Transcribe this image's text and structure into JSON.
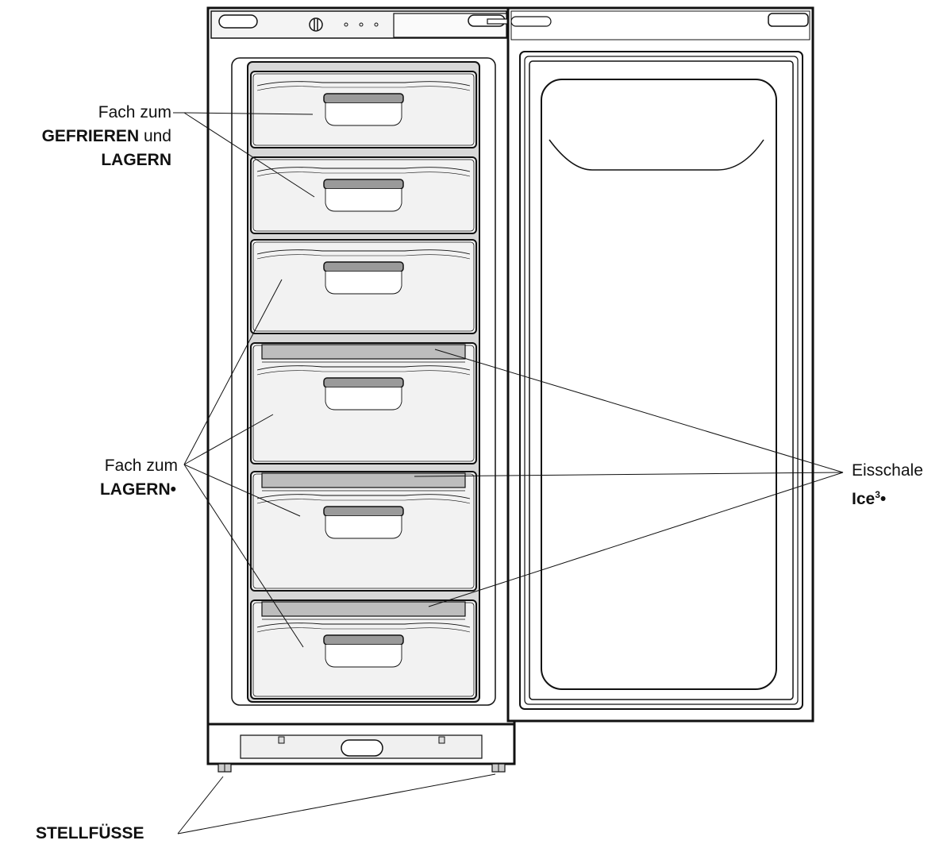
{
  "labels": {
    "freeze_store": {
      "line1": "Fach zum",
      "line2_bold": "GEFRIEREN",
      "line2_rest": "und",
      "line3_bold": "LAGERN"
    },
    "store": {
      "line1": "Fach zum",
      "line2_bold": "LAGERN•"
    },
    "ice_tray": {
      "line1": "Eisschale",
      "line2_bold": "Ice",
      "line2_sup": "3",
      "line2_tail": "•"
    },
    "feet": {
      "line1_bold": "STELLFÜSSE"
    }
  },
  "colors": {
    "line": "#111111",
    "drawer_fill": "#f2f2f2",
    "tray_fill": "#bdbdbd",
    "handle_fill": "#9a9a9a",
    "frame_fill": "#e4e4e4"
  },
  "drawers": [
    {
      "has_ice_tray": false
    },
    {
      "has_ice_tray": false
    },
    {
      "has_ice_tray": false
    },
    {
      "has_ice_tray": true
    },
    {
      "has_ice_tray": true
    },
    {
      "has_ice_tray": true
    }
  ]
}
